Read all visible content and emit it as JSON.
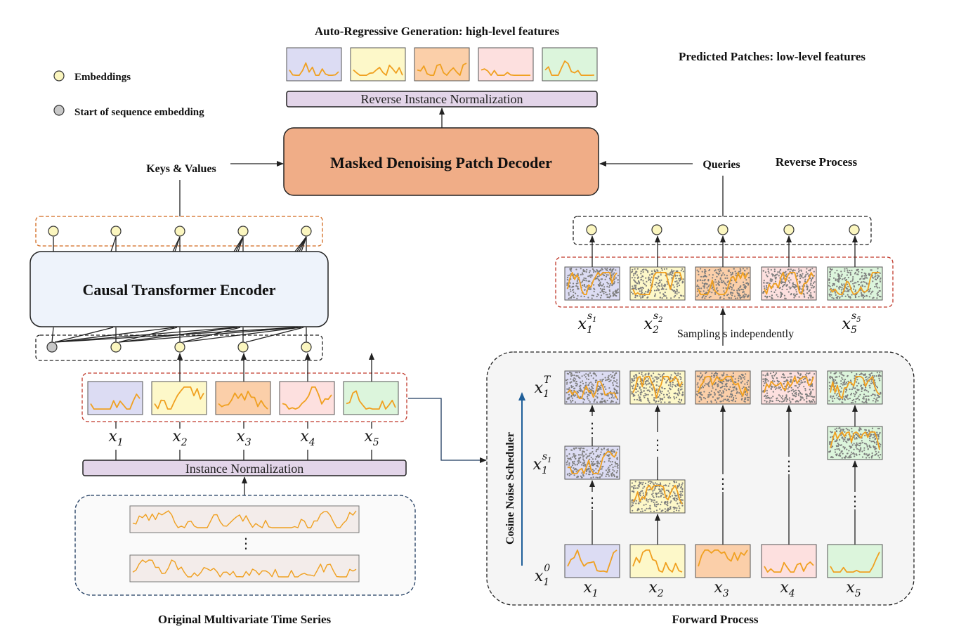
{
  "legend": {
    "embeddings_label": "Embeddings",
    "sos_label": "Start of sequence embedding",
    "embedding_color": "#fbf6bf",
    "sos_color": "#c8c8c8"
  },
  "titles": {
    "auto_regressive": "Auto-Regressive Generation: high-level features",
    "predicted_patches": "Predicted Patches: low-level features",
    "reverse_process": "Reverse Process",
    "forward_process": "Forward Process",
    "original_series": "Original Multivariate Time Series",
    "sampling": "Sampling s independently"
  },
  "blocks": {
    "reverse_norm": "Reverse Instance Normalization",
    "decoder": "Masked Denoising Patch Decoder",
    "encoder": "Causal Transformer Encoder",
    "instance_norm": "Instance Normalization",
    "keys_values": "Keys & Values",
    "queries": "Queries",
    "scheduler": "Cosine Noise Scheduler"
  },
  "patch_labels": {
    "x": [
      "x1",
      "x2",
      "x3",
      "x4",
      "x5"
    ],
    "sampled": [
      "x1^s1",
      "x2^s2",
      "x5^s5"
    ],
    "forward_rows": [
      "x1^T",
      "x1^s1",
      "x1^0"
    ]
  },
  "colors": {
    "patch_fills": [
      "#dcdcf3",
      "#fdf8c9",
      "#fbcfa9",
      "#fde0df",
      "#dcf5dc"
    ],
    "patch_borders": [
      "#555555",
      "#555555",
      "#555555",
      "#555555",
      "#555555"
    ],
    "signal": "#f0a020",
    "decoder_fill": "#f0ad87",
    "encoder_fill": "#eef3fb",
    "norm_fill": "#e3d5e9",
    "embed_box": "#d2691e",
    "red_box": "#c0392b",
    "scheduler_arrow": "#1f5f99",
    "noise": "#7d7d7d"
  }
}
